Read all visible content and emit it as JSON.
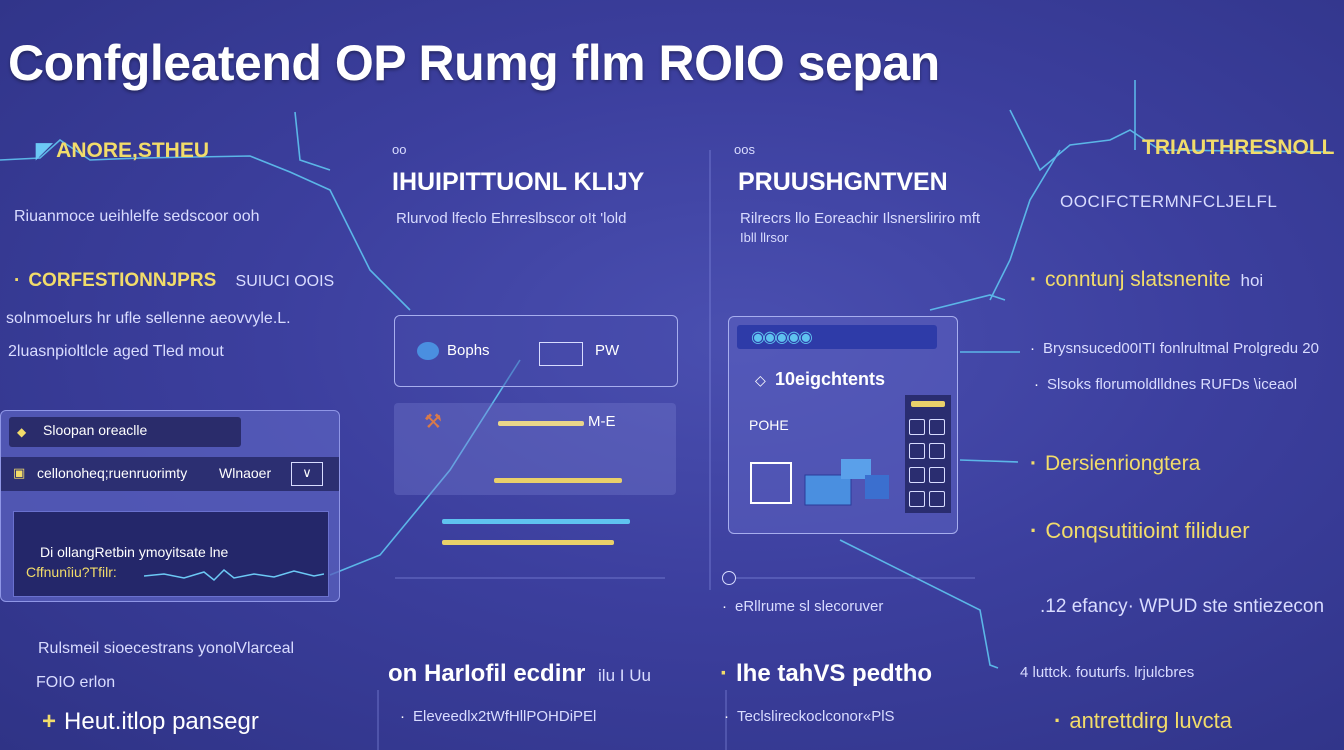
{
  "title": "Confgleatend OP Rumg  flm ROIO sepan",
  "left": {
    "header": "ANORE,STHEU",
    "sub": "Riuanmoce ueihlelfe sedscoor ooh",
    "item1": "CORFESTIONNJPRS",
    "item1_tail": "SUIUCI OOIS",
    "line2": "solnmoelurs hr ufle sellenne aeovvyle.L.",
    "line3": "2luasnpioltlcle aged   Tled mout",
    "card_row1": "Sloopan oreaclle",
    "card_row2": "cellonoheq;ruenruorimty",
    "card_row2_right": "Wlnaoer",
    "card_text": "Di ollangRetbin ymoyitsate lne",
    "card_text2": "Cffnunîiu?Tfilr:",
    "note1": "Rulsmeil sioecestrans yonolVlarceal",
    "note2": "FOIO erlon",
    "footer": "Heut.itlop pansegr"
  },
  "center": {
    "small_label": "oo",
    "header": "IHUIPITTUONL KLIJY",
    "sub": "Rlurvod lfeclo Ehrreslbscor o!t   'lold",
    "panel_label": "Bophs",
    "panel_tag": "PW",
    "bar_label": "M-E",
    "footer_header": "on HarIofil ecdinr",
    "footer_tail": "ilu I Uu",
    "footer_sub": "Eleveedlx2tWfHllPOHDiPEl"
  },
  "middle": {
    "small_label": "oos",
    "header": "PRUUSHGNTVEN",
    "sub": "Rilrecrs llo Eoreachir Ilsnersliriro mft",
    "sub2": "Ibll llrsor",
    "panel_label": "10eigchtents",
    "panel_tag": "POHE",
    "note": "eRllrume sl slecoruver",
    "footer_header": "lhe tahVS pedtho",
    "footer_sub": "Teclslireckoclconor«PlS"
  },
  "right": {
    "header": "TRIAUTHRESNOLL",
    "sub": "OOCIFCTERMNFCLJELFL",
    "item1": "conntunj slatsnenite",
    "item1_tail": "hoi",
    "line1": "Brysnsuced00ITI  fonlrultmal  Prolgredu  20",
    "line2": "Slsoks florumoldlldnes RUFDs \\iceaol",
    "item2": "Dersienriongtera",
    "item3": "Conqsutitioint filiduer",
    "line3": ".12 efancy· WPUD ste sntiezecon",
    "line4": "4 luttck. fouturfs. lrjulcbres",
    "footer": "antrettdirg luvcta"
  },
  "colors": {
    "background": "#3c3f9e",
    "accent_yellow": "#f2dc6a",
    "accent_cyan": "#6cc9f5",
    "panel_border": "#a7aeee"
  }
}
